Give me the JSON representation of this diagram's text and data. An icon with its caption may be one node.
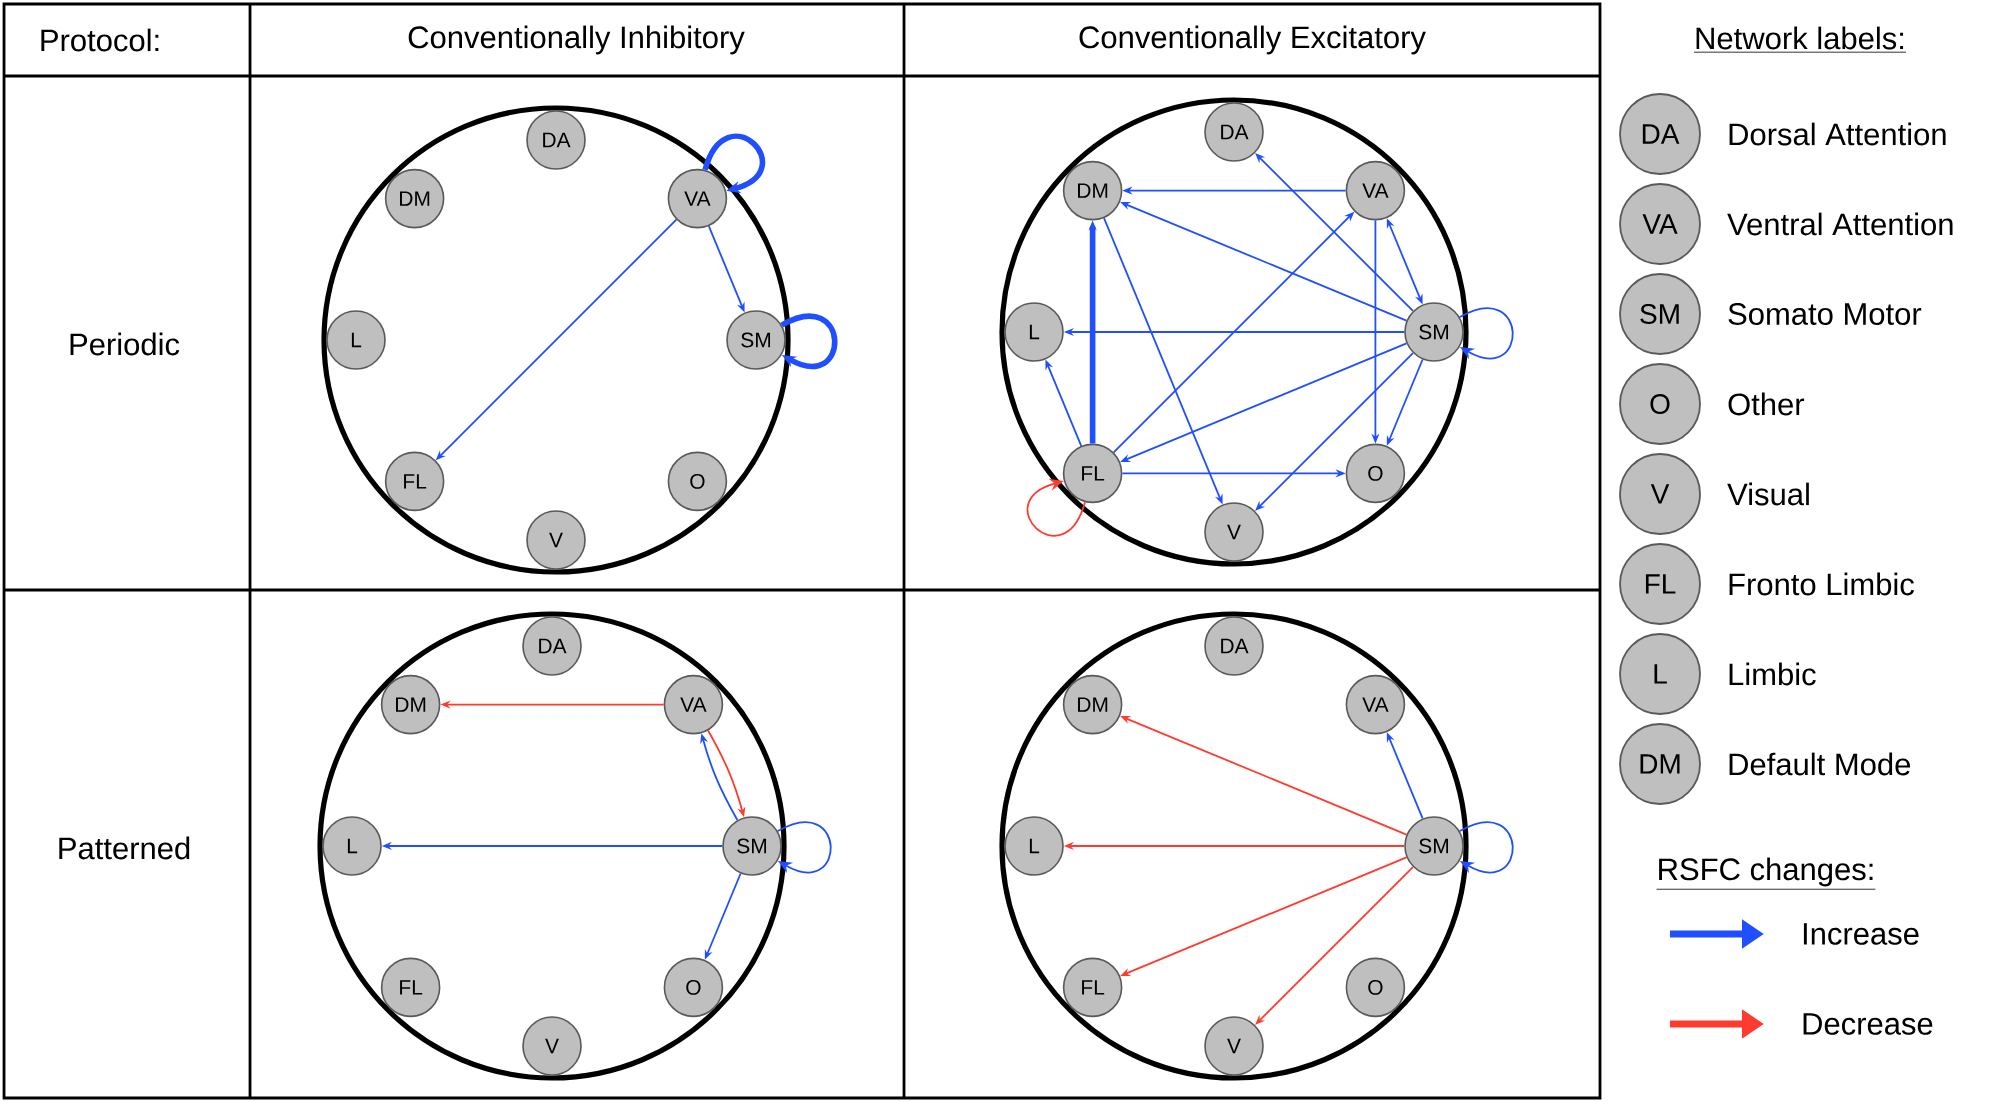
{
  "diagram": {
    "nodes": [
      {
        "text": [],
        "shape": "circle"
      },
      {
        "text": [
          "DA"
        ],
        "in": 0
      },
      {
        "text": [
          "DM"
        ],
        "in": 0
      },
      {
        "text": [
          "VA"
        ],
        "in": 0
      },
      {
        "text": [
          "L"
        ],
        "in": 0
      },
      {
        "text": [
          "SM"
        ],
        "in": 0
      },
      {
        "text": [
          "FL"
        ],
        "in": 0
      },
      {
        "text": [
          "O"
        ],
        "in": 0
      },
      {
        "text": [
          "V"
        ],
        "in": 0
      },
      {
        "text": [],
        "shape": "circle"
      },
      {
        "text": [
          "DA"
        ],
        "in": 9
      },
      {
        "text": [
          "DM"
        ],
        "in": 9
      },
      {
        "text": [
          "VA"
        ],
        "in": 9
      },
      {
        "text": [
          "L"
        ],
        "in": 9
      },
      {
        "text": [
          "SM"
        ],
        "in": 9
      },
      {
        "text": [
          "FL"
        ],
        "in": 9
      },
      {
        "text": [
          "O"
        ],
        "in": 9
      },
      {
        "text": [
          "V"
        ],
        "in": 9
      },
      {
        "text": [],
        "shape": "circle"
      },
      {
        "text": [
          "DA"
        ],
        "in": 18
      },
      {
        "text": [
          "DM"
        ],
        "in": 18
      },
      {
        "text": [
          "VA"
        ],
        "in": 18
      },
      {
        "text": [
          "L"
        ],
        "in": 18
      },
      {
        "text": [
          "SM"
        ],
        "in": 18
      },
      {
        "text": [
          "FL"
        ],
        "in": 18
      },
      {
        "text": [
          "O"
        ],
        "in": 18
      },
      {
        "text": [
          "V"
        ],
        "in": 18
      },
      {
        "text": [],
        "shape": "circle"
      },
      {
        "text": [
          "DA"
        ],
        "in": 27
      },
      {
        "text": [
          "DM"
        ],
        "in": 27
      },
      {
        "text": [
          "VA"
        ],
        "in": 27
      },
      {
        "text": [
          "L"
        ],
        "in": 27
      },
      {
        "text": [
          "SM"
        ],
        "in": 27
      },
      {
        "text": [
          "FL"
        ],
        "in": 27
      },
      {
        "text": [
          "O"
        ],
        "in": 27
      },
      {
        "text": [
          "V"
        ],
        "in": 27
      },
      {
        "text": [
          "DA"
        ],
        "beside": [
          "Dorsal Attention"
        ]
      },
      {
        "text": [
          "VA"
        ],
        "beside": [
          "Ventral Attention"
        ]
      },
      {
        "text": [
          "SM"
        ],
        "beside": [
          "Somato Motor"
        ]
      },
      {
        "text": [
          "O"
        ],
        "beside": [
          "Other"
        ]
      },
      {
        "text": [
          "V"
        ],
        "beside": [
          "Visual"
        ]
      },
      {
        "text": [
          "FL"
        ],
        "beside": [
          "Fronto Limbic"
        ]
      },
      {
        "text": [
          "L"
        ],
        "beside": [
          "Limbic"
        ]
      },
      {
        "text": [
          "DM"
        ],
        "beside": [
          "Default Mode"
        ]
      }
    ],
    "edges": [
      {
        "from": 3,
        "to": 6,
        "arrow": "to"
      },
      {
        "from": 3,
        "to": 5,
        "arrow": "to"
      },
      {
        "from": 3,
        "to": 3,
        "arrow": "to",
        "style": "thick"
      },
      {
        "from": 5,
        "to": 5,
        "arrow": "to",
        "style": "thick"
      },
      {
        "from": 12,
        "to": 11,
        "arrow": "to"
      },
      {
        "from": 14,
        "to": 10,
        "arrow": "to"
      },
      {
        "from": 14,
        "to": 11,
        "arrow": "to"
      },
      {
        "from": 14,
        "to": 13,
        "arrow": "to"
      },
      {
        "from": 14,
        "to": 12,
        "arrow": "both"
      },
      {
        "from": 14,
        "to": 15,
        "arrow": "to"
      },
      {
        "from": 14,
        "to": 16,
        "arrow": "to"
      },
      {
        "from": 14,
        "to": 17,
        "arrow": "to"
      },
      {
        "from": 14,
        "to": 14,
        "arrow": "to"
      },
      {
        "from": 15,
        "to": 11,
        "arrow": "to",
        "style": "thick"
      },
      {
        "from": 15,
        "to": 12,
        "arrow": "to"
      },
      {
        "from": 15,
        "to": 13,
        "arrow": "to"
      },
      {
        "from": 15,
        "to": 16,
        "arrow": "to"
      },
      {
        "from": 11,
        "to": 17,
        "arrow": "to"
      },
      {
        "from": 12,
        "to": 16,
        "arrow": "to"
      },
      {
        "from": 15,
        "to": 15,
        "arrow": "to",
        "color": "#ff3b2f"
      },
      {
        "from": 21,
        "to": 20,
        "arrow": "to",
        "color": "#ff3b2f"
      },
      {
        "from": 21,
        "to": 23,
        "arrow": "to",
        "color": "#ff3b2f"
      },
      {
        "from": 23,
        "to": 21,
        "arrow": "to"
      },
      {
        "from": 23,
        "to": 22,
        "arrow": "to"
      },
      {
        "from": 23,
        "to": 25,
        "arrow": "to"
      },
      {
        "from": 23,
        "to": 23,
        "arrow": "to"
      },
      {
        "from": 32,
        "to": 30,
        "arrow": "to"
      },
      {
        "from": 32,
        "to": 29,
        "arrow": "to",
        "color": "#ff3b2f"
      },
      {
        "from": 32,
        "to": 31,
        "arrow": "to",
        "color": "#ff3b2f"
      },
      {
        "from": 32,
        "to": 33,
        "arrow": "to",
        "color": "#ff3b2f"
      },
      {
        "from": 32,
        "to": 35,
        "arrow": "to",
        "color": "#ff3b2f"
      },
      {
        "from": 32,
        "to": 32,
        "arrow": "to"
      }
    ],
    "labels": [
      "Protocol:",
      "Conventionally Inhibitory",
      "Conventionally Excitatory",
      "Network labels:",
      "Periodic",
      "Patterned",
      "RSFC changes:"
    ],
    "legend": [
      {
        "text": "Increase",
        "color": "#1f4fff"
      },
      {
        "text": "Decrease",
        "color": "#ff3b2f"
      }
    ]
  }
}
